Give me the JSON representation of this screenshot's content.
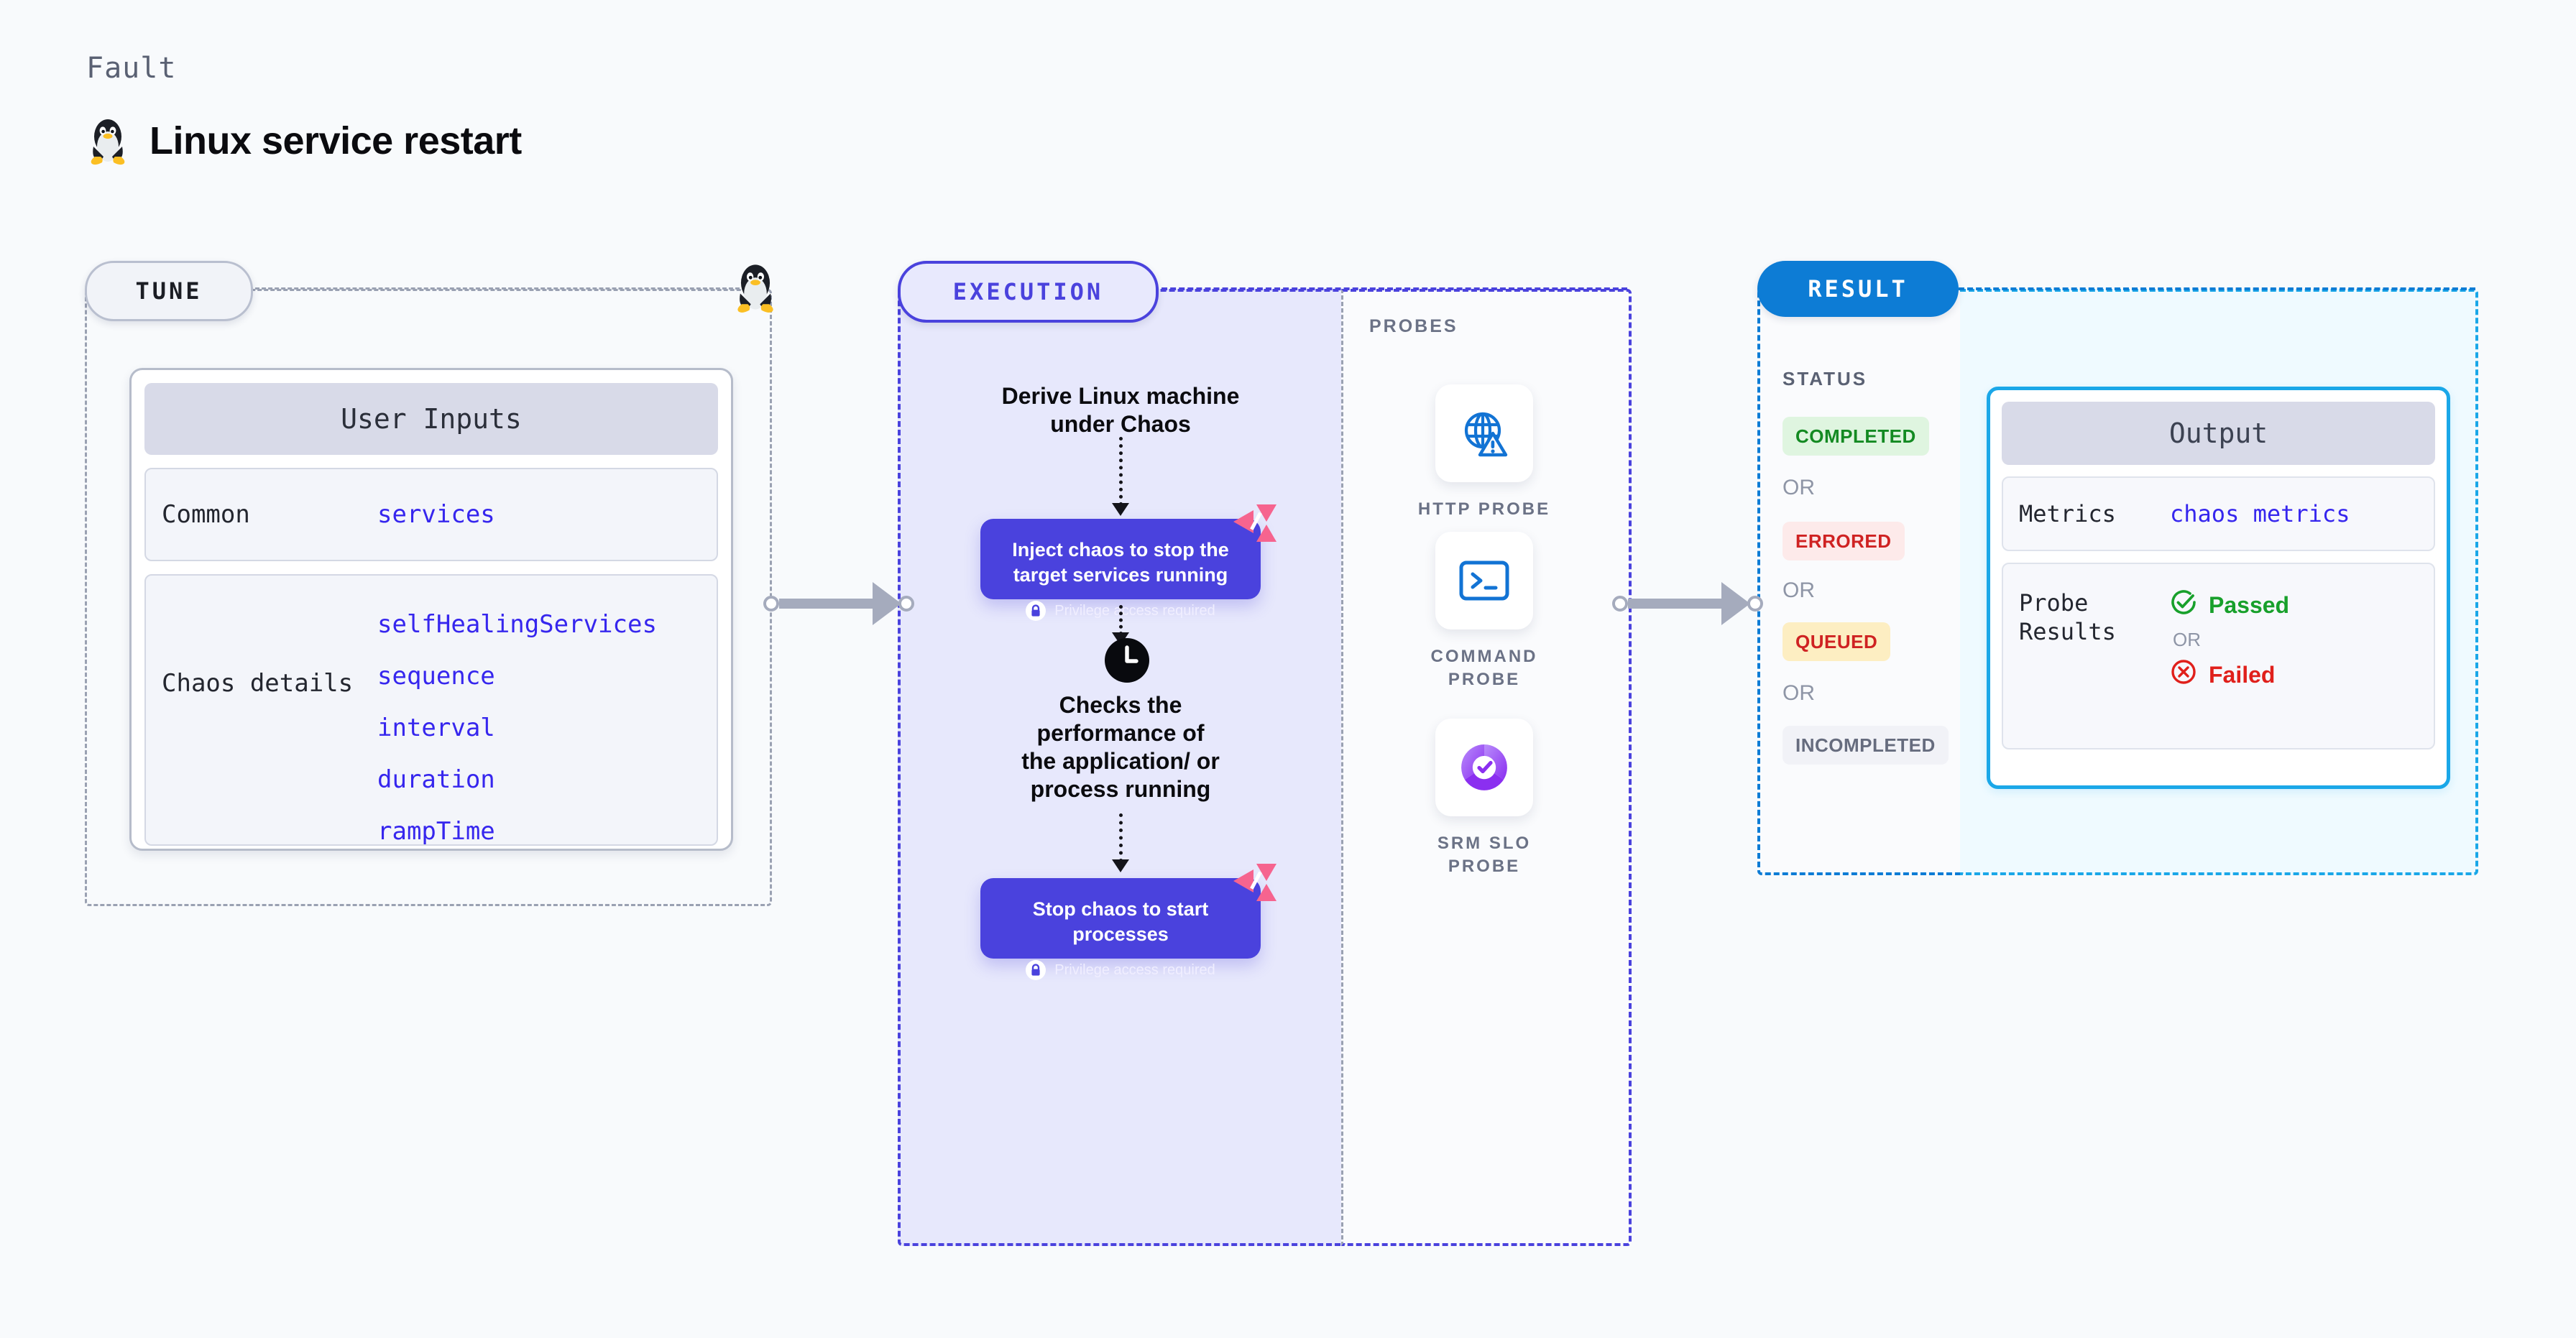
{
  "header": {
    "eyebrow": "Fault",
    "title": "Linux service restart",
    "icon": "linux-penguin-icon"
  },
  "tune": {
    "pill_label": "TUNE",
    "card": {
      "header": "User Inputs",
      "rows": [
        {
          "label": "Common",
          "values": [
            "services"
          ]
        },
        {
          "label": "Chaos details",
          "values": [
            "selfHealingServices",
            "sequence",
            "interval",
            "duration",
            "rampTime"
          ]
        }
      ]
    }
  },
  "execution": {
    "pill_label": "EXECUTION",
    "steps": [
      {
        "kind": "heading",
        "text": "Derive Linux machine\nunder Chaos"
      },
      {
        "kind": "action",
        "title": "Inject chaos to stop the target services running",
        "privilege": "Privilege access required",
        "badge": "harness-logo-icon",
        "lock": "lock-icon"
      },
      {
        "kind": "heading-with-icon",
        "icon": "clock-icon",
        "text": "Checks the performance of the application/ or process running"
      },
      {
        "kind": "action",
        "title": "Stop chaos to start processes",
        "privilege": "Privilege access required",
        "badge": "harness-logo-icon",
        "lock": "lock-icon"
      }
    ]
  },
  "probes": {
    "section_label": "PROBES",
    "items": [
      {
        "name": "HTTP PROBE",
        "icon": "globe-alert-icon"
      },
      {
        "name": "COMMAND PROBE",
        "icon": "terminal-icon"
      },
      {
        "name": "SRM SLO PROBE",
        "icon": "slo-donut-check-icon"
      }
    ]
  },
  "result": {
    "pill_label": "RESULT",
    "status_label": "STATUS",
    "or_label": "OR",
    "statuses": [
      {
        "label": "COMPLETED",
        "bg": "#dff5e0",
        "color": "#138a22"
      },
      {
        "label": "ERRORED",
        "bg": "#fdeaea",
        "color": "#cf2222"
      },
      {
        "label": "QUEUED",
        "bg": "#fdeec2",
        "color": "#cf2222"
      },
      {
        "label": "INCOMPLETED",
        "bg": "#f1f2f7",
        "color": "#666c7e"
      }
    ],
    "output": {
      "header": "Output",
      "metrics_label": "Metrics",
      "metrics_value": "chaos metrics",
      "probe_results_label": "Probe Results",
      "passed_label": "Passed",
      "failed_label": "Failed",
      "or_label": "OR",
      "passed_icon": "check-circle-icon",
      "failed_icon": "x-circle-icon"
    }
  },
  "colors": {
    "purple": "#4a42dd",
    "purple_panel": "#e7e8fc",
    "blue": "#0d7cd5",
    "cyan": "#1aa7e8",
    "cyan_panel": "#effaff",
    "pink": "#f6648f",
    "value_blue": "#3626ee",
    "gray_border": "#9aa1b2",
    "page_bg": "#f8fafc"
  }
}
